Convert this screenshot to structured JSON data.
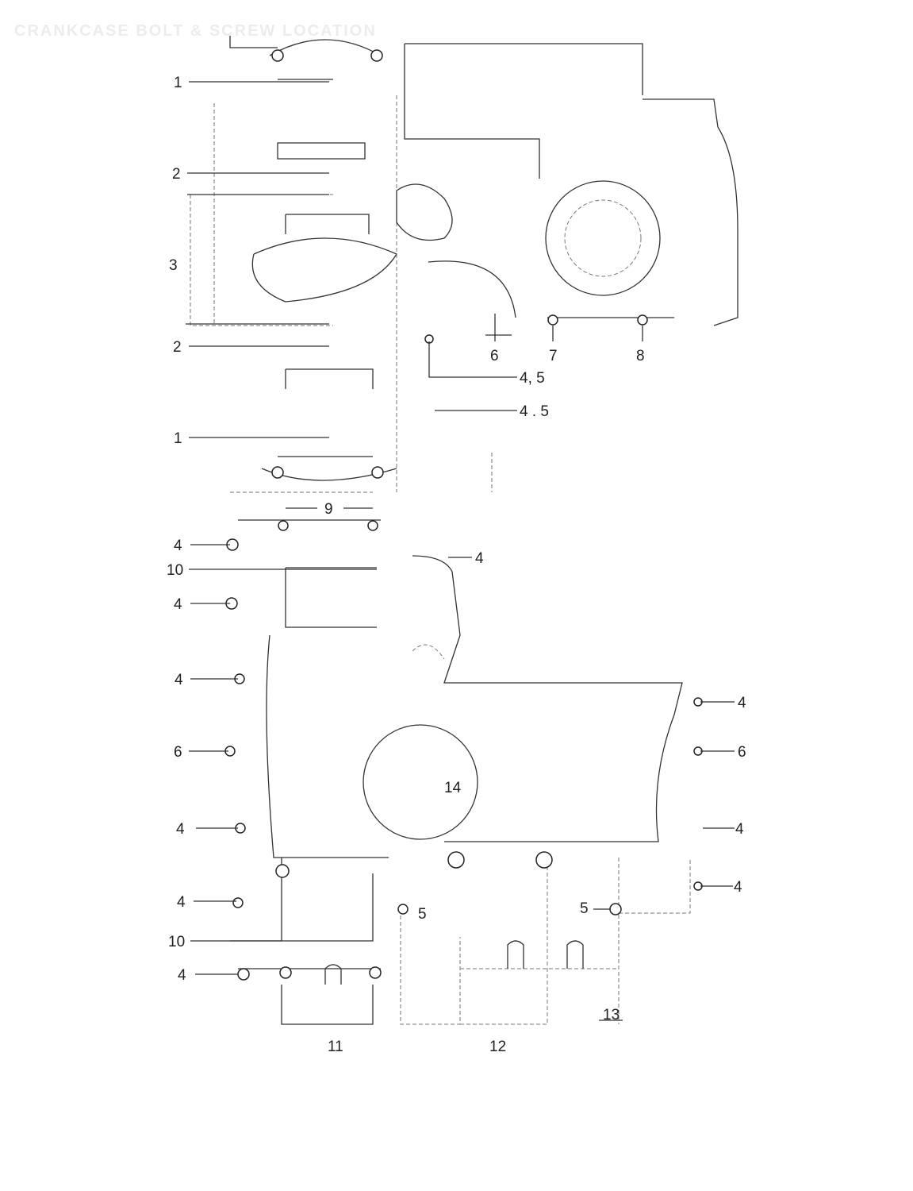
{
  "header": {
    "title": "CRANKCASE BOLT & SCREW LOCATION"
  },
  "callouts": [
    "1",
    "2",
    "3",
    "2",
    "1",
    "9",
    "4",
    "10",
    "4",
    "4",
    "6",
    "4",
    "4",
    "10",
    "4",
    "11",
    "12",
    "13",
    "14",
    "5",
    "5",
    "6",
    "7",
    "8",
    "4, 5",
    "4 . 5",
    "4",
    "4",
    "6",
    "4",
    "4"
  ]
}
